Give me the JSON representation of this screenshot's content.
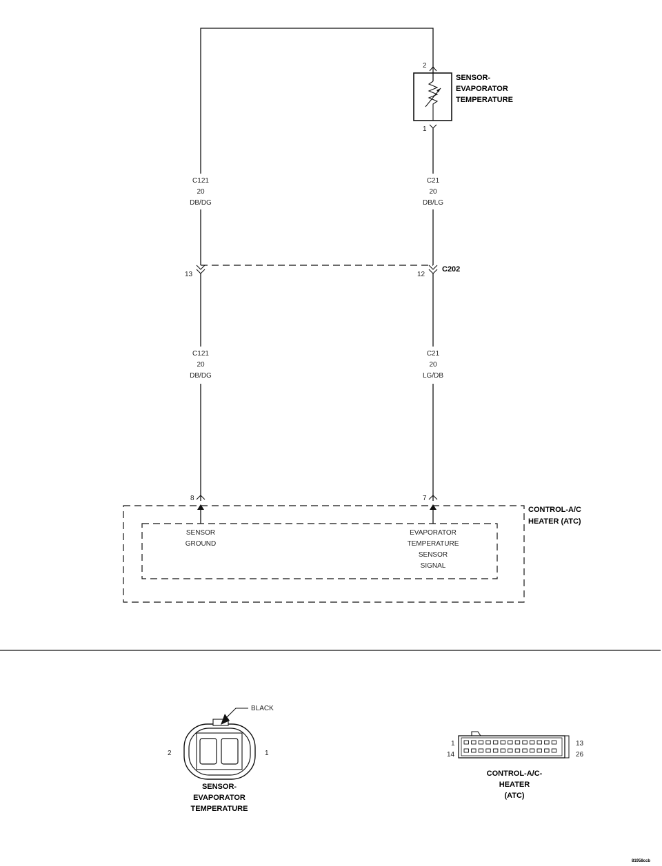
{
  "sensor": {
    "title_lines": [
      "SENSOR-",
      "EVAPORATOR",
      "TEMPERATURE"
    ],
    "pin_top": "2",
    "pin_bottom": "1"
  },
  "wires": {
    "left_upper": [
      "C121",
      "20",
      "DB/DG"
    ],
    "right_upper": [
      "C21",
      "20",
      "DB/LG"
    ],
    "left_lower": [
      "C121",
      "20",
      "DB/DG"
    ],
    "right_lower": [
      "C21",
      "20",
      "LG/DB"
    ]
  },
  "connector_c202": {
    "name": "C202",
    "left_pin": "13",
    "right_pin": "12"
  },
  "control": {
    "title_lines": [
      "CONTROL-A/C",
      "HEATER (ATC)"
    ],
    "left_pin": "8",
    "right_pin": "7",
    "left_circuit_lines": [
      "SENSOR",
      "GROUND"
    ],
    "right_circuit_lines": [
      "EVAPORATOR",
      "TEMPERATURE",
      "SENSOR",
      "SIGNAL"
    ]
  },
  "connector_views": {
    "sensor_view": {
      "color_label": "BLACK",
      "pin_left": "2",
      "pin_right": "1",
      "title_lines": [
        "SENSOR-",
        "EVAPORATOR",
        "TEMPERATURE"
      ]
    },
    "control_view": {
      "pin_top_left": "1",
      "pin_bottom_left": "14",
      "pin_top_right": "13",
      "pin_bottom_right": "26",
      "title_lines": [
        "CONTROL-A/C-",
        "HEATER",
        "(ATC)"
      ]
    }
  },
  "figure_id": "81958ccb"
}
